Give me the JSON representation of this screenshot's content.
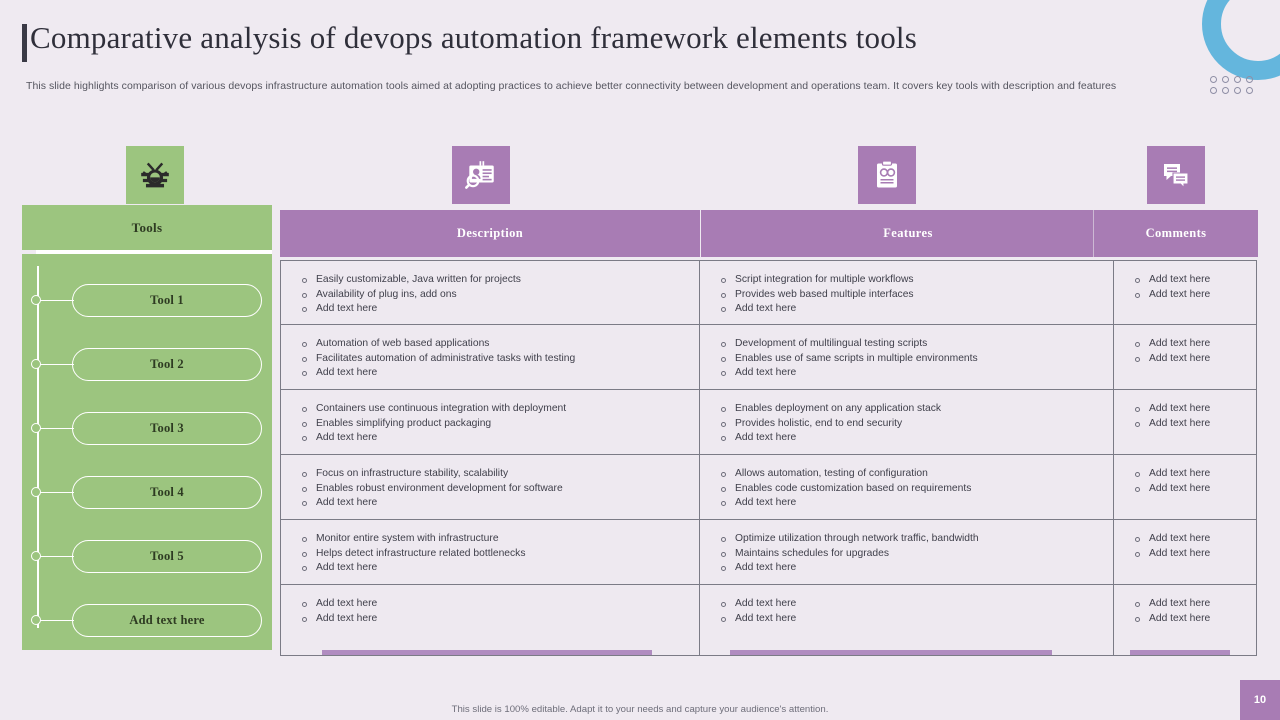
{
  "header": {
    "title": "Comparative analysis of devops automation framework elements tools",
    "subtitle": "This slide highlights comparison of various devops infrastructure automation tools aimed at adopting practices to achieve better connectivity between development and operations team. It covers key tools with description and features"
  },
  "icons": {
    "tools": "gear-tools-icon",
    "description": "id-badge-icon",
    "features": "clipboard-icon",
    "comments": "chat-bubbles-icon"
  },
  "colors": {
    "green": "#9cc57f",
    "purple": "#a87cb4",
    "background": "#efeaf1",
    "accent_blue": "#64b6dd"
  },
  "table": {
    "headers": {
      "tools": "Tools",
      "description": "Description",
      "features": "Features",
      "comments": "Comments"
    },
    "tools": [
      "Tool 1",
      "Tool 2",
      "Tool 3",
      "Tool 4",
      "Tool 5",
      "Add text here"
    ],
    "rows": [
      {
        "description": [
          "Easily customizable, Java written for projects",
          "Availability of plug ins, add ons",
          "Add text here"
        ],
        "features": [
          "Script integration for multiple workflows",
          "Provides web based multiple interfaces",
          "Add text here"
        ],
        "comments": [
          "Add text here",
          "Add text here"
        ]
      },
      {
        "description": [
          "Automation of web based applications",
          "Facilitates automation of administrative tasks with testing",
          "Add text here"
        ],
        "features": [
          "Development of multilingual testing scripts",
          "Enables use of same scripts in multiple environments",
          "Add text here"
        ],
        "comments": [
          "Add text here",
          "Add text here"
        ]
      },
      {
        "description": [
          "Containers use continuous integration with deployment",
          "Enables simplifying product packaging",
          "Add text here"
        ],
        "features": [
          "Enables deployment on any application stack",
          "Provides holistic, end to end security",
          "Add text here"
        ],
        "comments": [
          "Add text here",
          "Add text here"
        ]
      },
      {
        "description": [
          "Focus on infrastructure stability, scalability",
          "Enables robust environment development for software",
          "Add text here"
        ],
        "features": [
          "Allows automation, testing of configuration",
          "Enables code customization based on requirements",
          "Add text here"
        ],
        "comments": [
          "Add text here",
          "Add text here"
        ]
      },
      {
        "description": [
          "Monitor entire system with infrastructure",
          "Helps detect infrastructure related bottlenecks",
          "Add text here"
        ],
        "features": [
          "Optimize utilization through network traffic, bandwidth",
          "Maintains schedules for upgrades",
          "Add text here"
        ],
        "comments": [
          "Add text here",
          "Add text here"
        ]
      },
      {
        "description": [
          "Add text here",
          "Add text here"
        ],
        "features": [
          "Add text here",
          "Add text here"
        ],
        "comments": [
          "Add text here",
          "Add text here"
        ]
      }
    ]
  },
  "footer": {
    "note": "This slide is 100% editable. Adapt it to your needs and capture your audience's attention.",
    "page_number": "10"
  }
}
